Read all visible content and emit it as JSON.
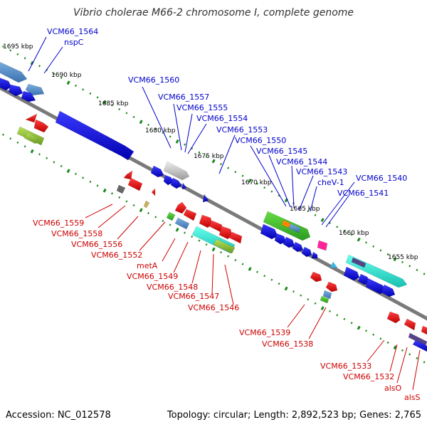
{
  "title": "Vibrio cholerae M66-2 chromosome I, complete genome",
  "footer": {
    "accession": "Accession: NC_012578",
    "summary": "Topology: circular; Length: 2,892,523 bp; Genes: 2,765"
  },
  "ticks": [
    "1695 kbp",
    "1690 kbp",
    "1685 kbp",
    "1680 kbp",
    "1675 kbp",
    "1670 kbp",
    "1665 kbp",
    "1660 kbp",
    "1655 kbp"
  ],
  "top_labels": [
    "VCM66_1564",
    "nspC",
    "VCM66_1560",
    "VCM66_1557",
    "VCM66_1555",
    "VCM66_1554",
    "VCM66_1553",
    "VCM66_1550",
    "VCM66_1545",
    "VCM66_1544",
    "VCM66_1543",
    "cheV-1",
    "VCM66_1540",
    "VCM66_1541"
  ],
  "bottom_labels": [
    "VCM66_1559",
    "VCM66_1558",
    "VCM66_1556",
    "VCM66_1552",
    "metA",
    "VCM66_1549",
    "VCM66_1548",
    "VCM66_1547",
    "VCM66_1546",
    "VCM66_1539",
    "VCM66_1538",
    "VCM66_1533",
    "VCM66_1532",
    "alsO",
    "alsS"
  ],
  "colors": {
    "forward_label": "#0000cc",
    "reverse_label": "#cc0000",
    "backbone": "#888888",
    "tick_dot": "#1a8a1a"
  }
}
